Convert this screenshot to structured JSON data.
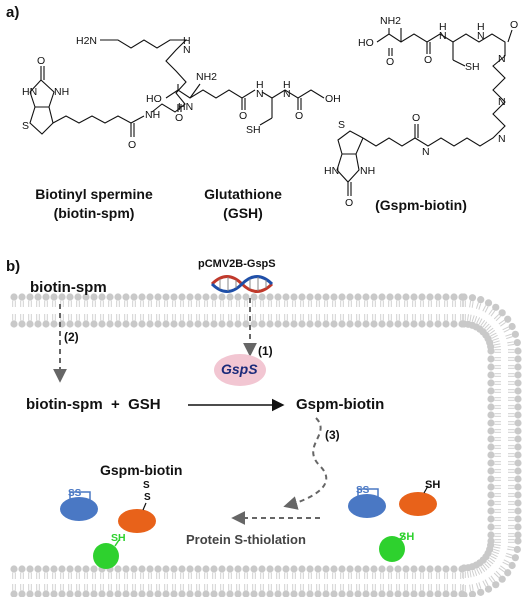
{
  "panel_a": {
    "label": "a)",
    "molecules": [
      {
        "id": "biotin-spermine",
        "name_line1": "Biotinyl spermine",
        "name_line2": "(biotin-spm)"
      },
      {
        "id": "glutathione",
        "name_line1": "Glutathione",
        "name_line2": "(GSH)"
      },
      {
        "id": "gspm-biotin",
        "name_line1": "(Gspm-biotin)",
        "name_line2": ""
      }
    ],
    "atom_labels": {
      "NH": "NH",
      "HN": "HN",
      "H2N": "H2N",
      "NH2": "NH2",
      "N": "N",
      "H": "H",
      "O": "O",
      "S": "S",
      "SH": "SH",
      "HO": "HO",
      "OH": "OH"
    }
  },
  "panel_b": {
    "label": "b)",
    "biotin_spm": "biotin-spm",
    "plasmid": "pCMV2B-GspS",
    "step1": "(1)",
    "step2": "(2)",
    "step3": "(3)",
    "reaction_left": "biotin-spm  +  GSH",
    "enzyme": "GspS",
    "product": "Gspm-biotin",
    "modified_label": "Gspm-biotin",
    "s_top": "S",
    "s_bottom": "S",
    "ss_label": "SS",
    "sh_label": "SH",
    "process": "Protein S-thiolation"
  },
  "colors": {
    "membrane_head": "#c9c9c9",
    "membrane_tail": "#d0d0d0",
    "arrow_dash": "#666666",
    "enzyme_fill": "#f2c6d2",
    "enzyme_text": "#1b2a7a",
    "protein_blue": "#4a78c4",
    "protein_orange": "#e8621a",
    "protein_green": "#2ed12e",
    "dna_red": "#c0392b",
    "dna_blue": "#1f4fa8"
  }
}
